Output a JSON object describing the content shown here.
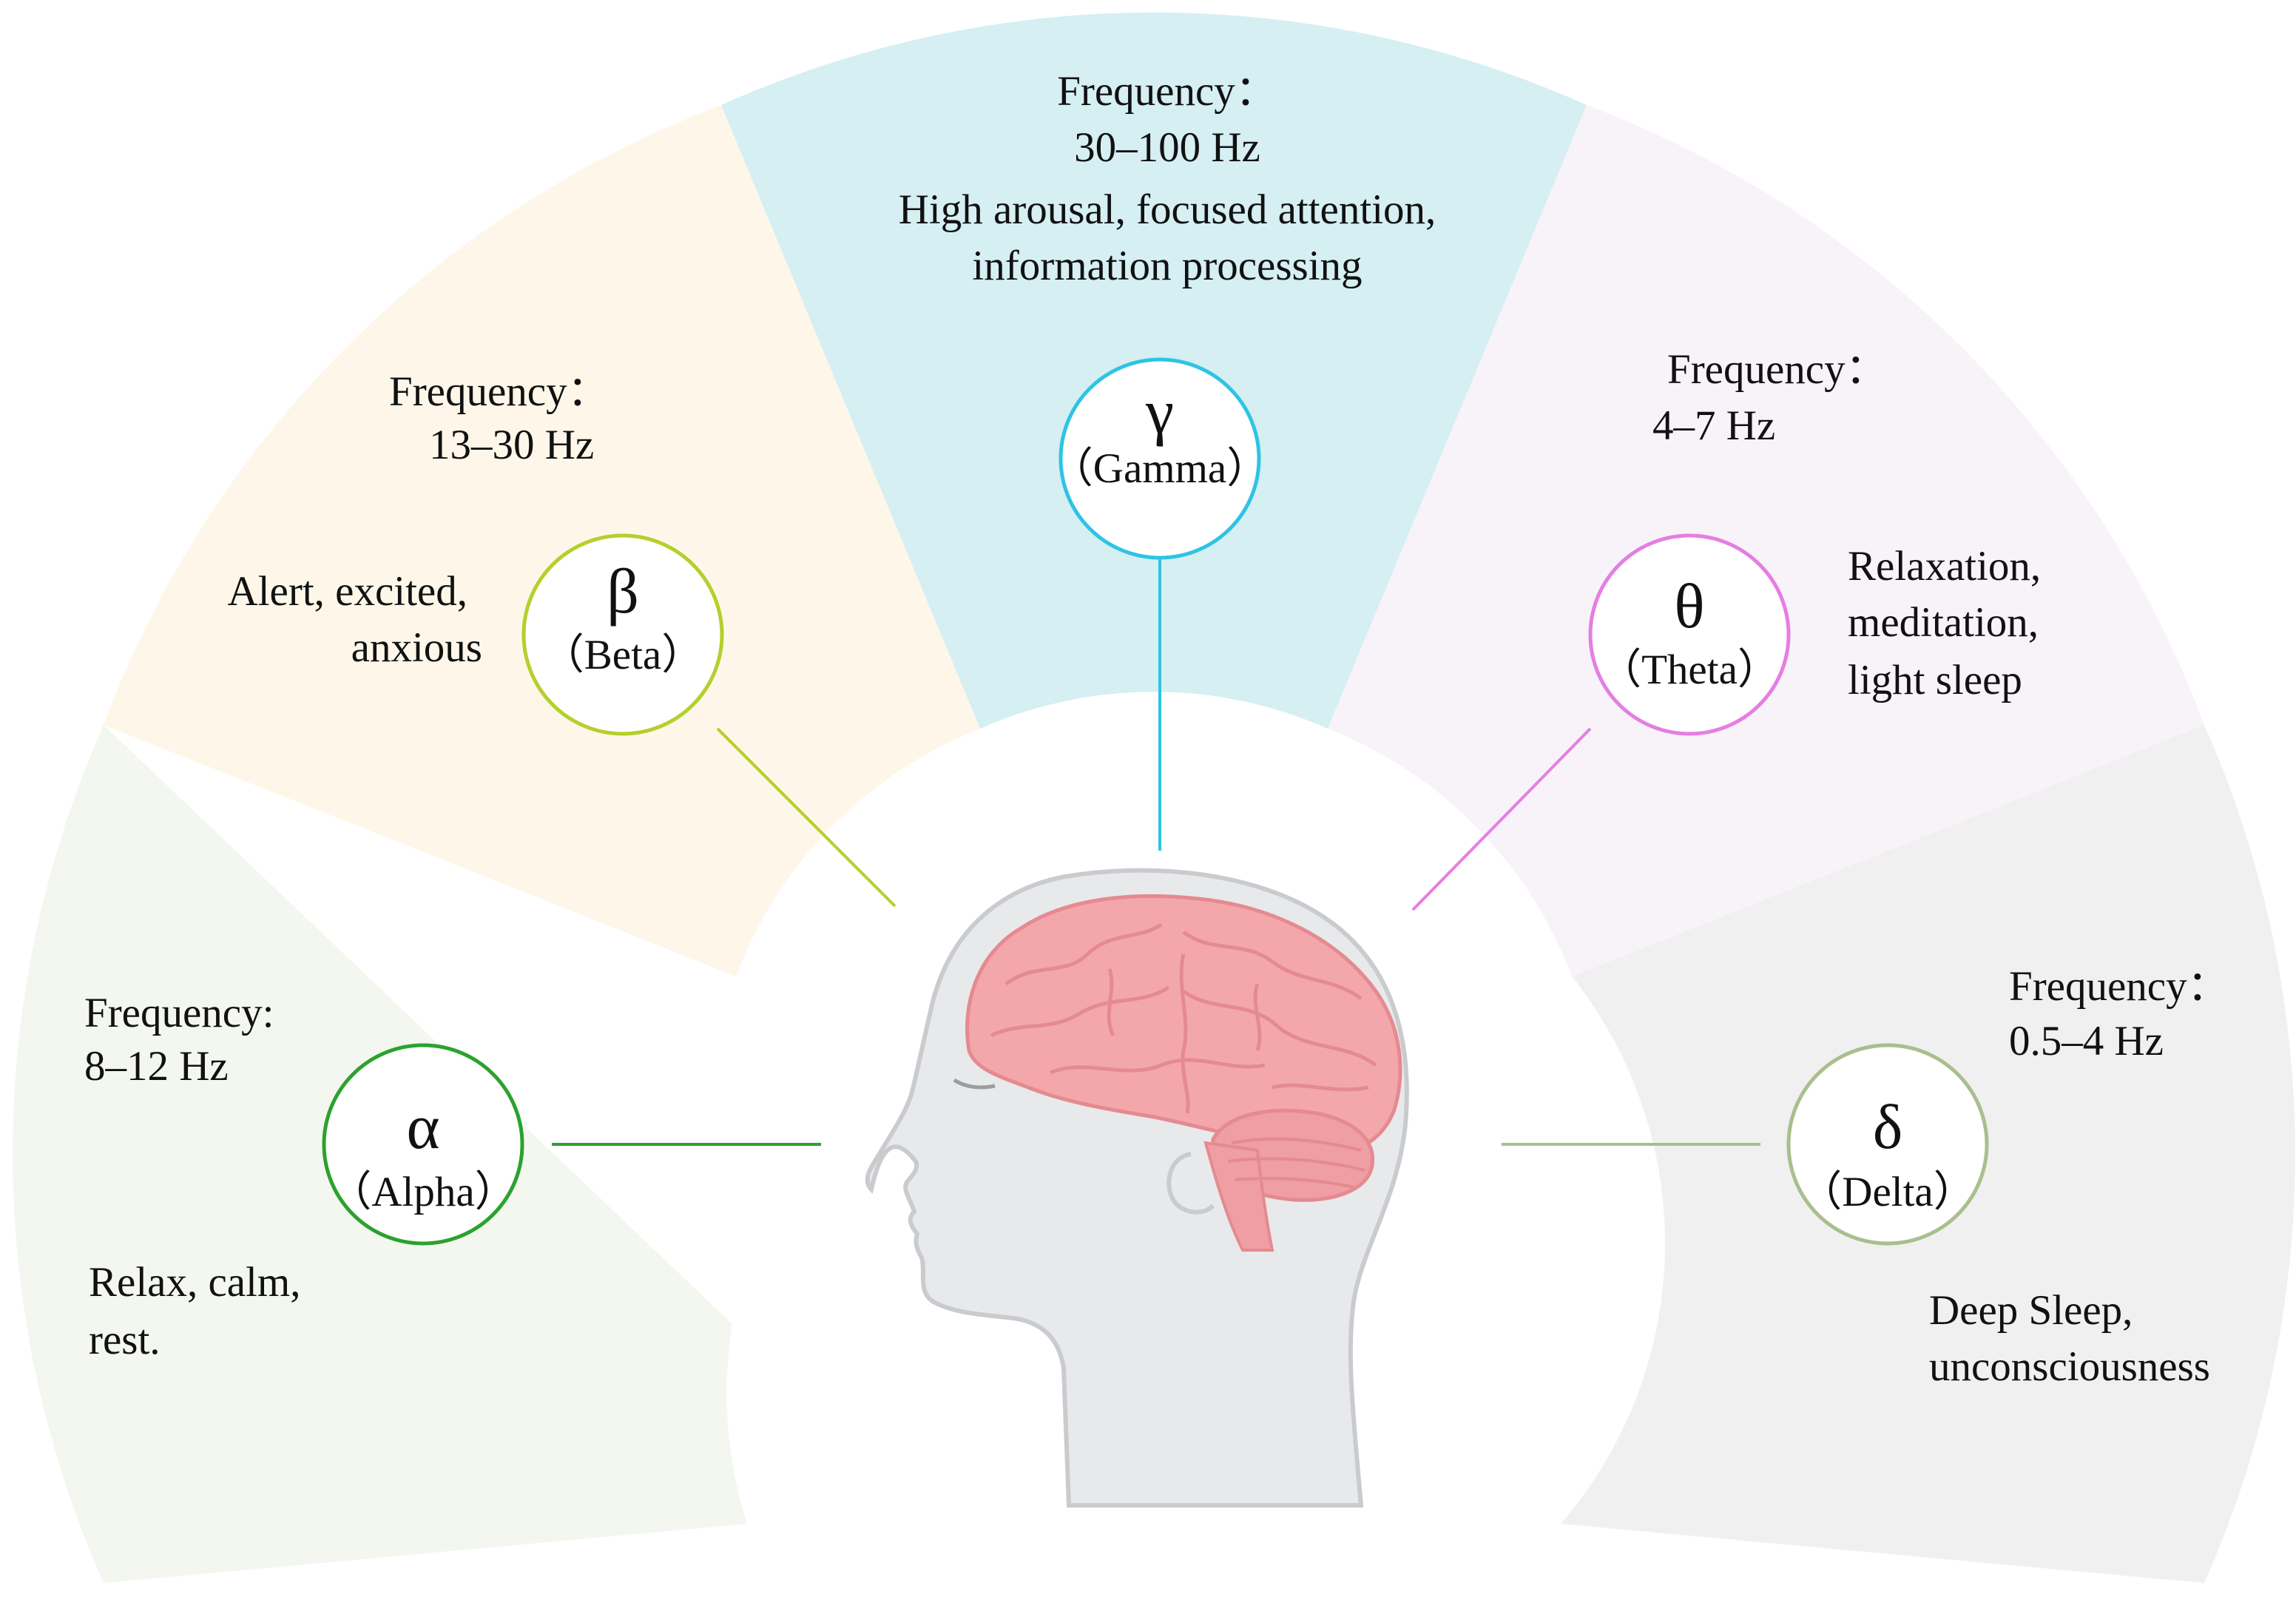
{
  "bands": [
    {
      "id": "alpha",
      "symbol": "α",
      "name": "（Alpha）",
      "frequency_label": "Frequency:",
      "frequency_value": "8–12 Hz",
      "states": [
        "Relax, calm,",
        "rest."
      ],
      "sector_color": "#f3f7ef",
      "ring_color": "#2ba22e"
    },
    {
      "id": "beta",
      "symbol": "β",
      "name": "（Beta）",
      "frequency_label": "Frequency：",
      "frequency_value": "13–30 Hz",
      "states": [
        "Alert, excited,",
        "anxious"
      ],
      "sector_color": "#fef7e9",
      "ring_color": "#b5cf2c"
    },
    {
      "id": "gamma",
      "symbol": "γ",
      "name": "（Gamma）",
      "frequency_label": "Frequency：",
      "frequency_value": "30–100 Hz",
      "states": [
        "High arousal, focused attention,",
        "information processing"
      ],
      "sector_color": "#d5eff3",
      "ring_color": "#2fc3e4"
    },
    {
      "id": "theta",
      "symbol": "θ",
      "name": "（Theta）",
      "frequency_label": "Frequency：",
      "frequency_value": "4–7 Hz",
      "states": [
        "Relaxation,",
        "meditation,",
        "light sleep"
      ],
      "sector_color": "#f8f3f8",
      "ring_color": "#e57ee2"
    },
    {
      "id": "delta",
      "symbol": "δ",
      "name": "（Delta）",
      "frequency_label": "Frequency：",
      "frequency_value": "0.5–4 Hz",
      "states": [
        "Deep Sleep,",
        "unconsciousness"
      ],
      "sector_color": "#f0f0f0",
      "ring_color": "#a8bf8e"
    }
  ],
  "colors": {
    "skin": "#e8e9eb",
    "skin_outline": "#c9cbce",
    "brain": "#f4a7ab",
    "brain_dark": "#e48a90",
    "cerebellum": "#ef9ea3"
  }
}
